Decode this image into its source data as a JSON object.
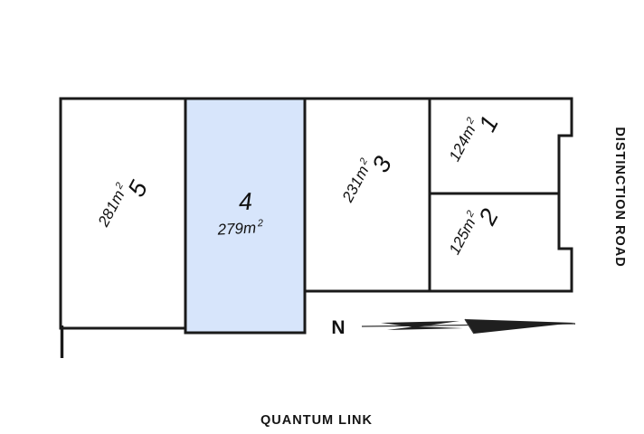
{
  "plan": {
    "title": "Subdivision site plan",
    "highlight_color": "#d7e5fb",
    "line_color": "#1a1a1a",
    "background_color": "#ffffff",
    "lots": [
      {
        "id": "lot-1",
        "number": "1",
        "area": "124m",
        "area_exponent": "2",
        "highlighted": false,
        "label_rotation_deg": -62
      },
      {
        "id": "lot-2",
        "number": "2",
        "area": "125m",
        "area_exponent": "2",
        "highlighted": false,
        "label_rotation_deg": -62
      },
      {
        "id": "lot-3",
        "number": "3",
        "area": "231m",
        "area_exponent": "2",
        "highlighted": false,
        "label_rotation_deg": -62
      },
      {
        "id": "lot-4",
        "number": "4",
        "area": "279m",
        "area_exponent": "2",
        "highlighted": true,
        "label_rotation_deg": -3
      },
      {
        "id": "lot-5",
        "number": "5",
        "area": "281m",
        "area_exponent": "2",
        "highlighted": false,
        "label_rotation_deg": -62
      }
    ],
    "streets": [
      {
        "id": "street-right",
        "name": "DISTINCTION ROAD",
        "position": "right",
        "rotation_deg": 90
      },
      {
        "id": "street-bottom",
        "name": "QUANTUM LINK",
        "position": "bottom",
        "rotation_deg": 0
      }
    ],
    "compass": {
      "label": "N",
      "icon": "north-arrow-icon",
      "orientation": "flattened-horizontal"
    }
  }
}
